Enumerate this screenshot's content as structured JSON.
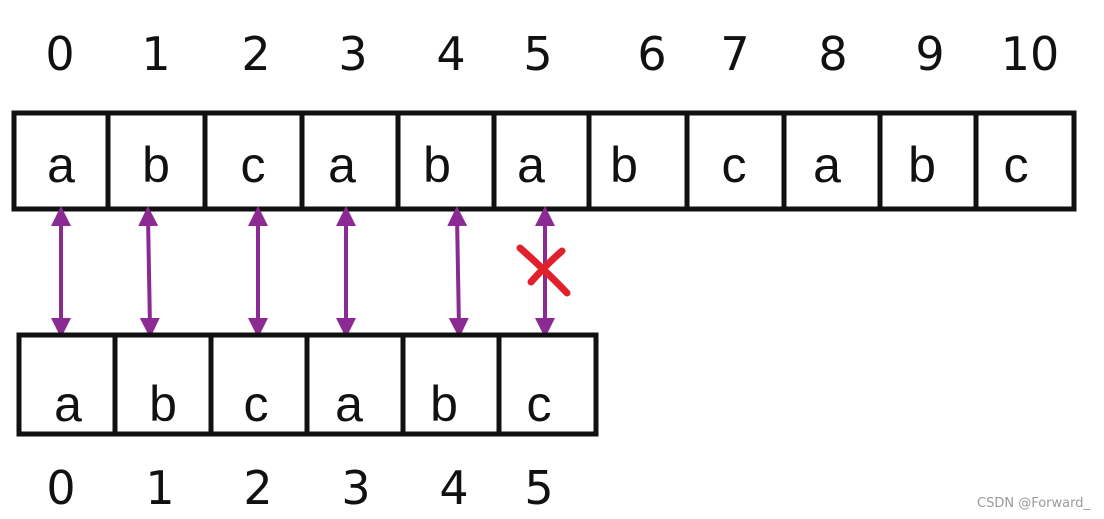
{
  "text_indices": [
    "0",
    "1",
    "2",
    "3",
    "4",
    "5",
    "6",
    "7",
    "8",
    "9",
    "10"
  ],
  "text_chars": [
    "a",
    "b",
    "c",
    "a",
    "b",
    "a",
    "b",
    "c",
    "a",
    "b",
    "c"
  ],
  "pattern_chars": [
    "a",
    "b",
    "c",
    "a",
    "b",
    "c"
  ],
  "pattern_indices": [
    "0",
    "1",
    "2",
    "3",
    "4",
    "5"
  ],
  "mismatch_mark": "✕",
  "watermark": "CSDN @Forward_",
  "colors": {
    "arrow": "#8a2a92",
    "mismatch": "#e0202a",
    "cell_border": "#111111"
  }
}
